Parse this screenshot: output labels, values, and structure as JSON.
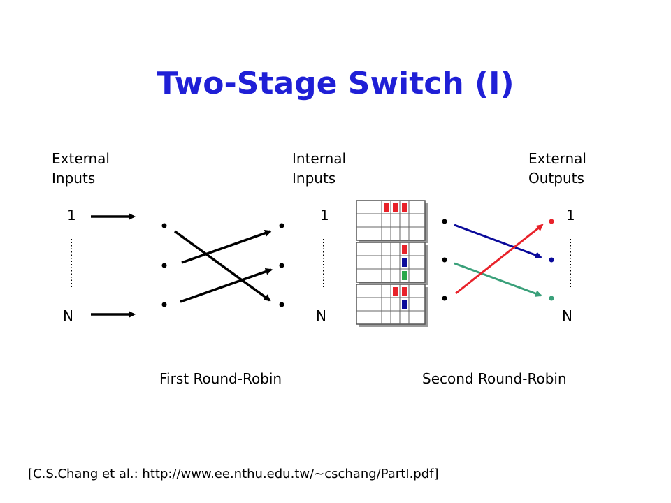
{
  "title": "Two-Stage Switch (I)",
  "columns": {
    "external_inputs": [
      "External",
      "Inputs"
    ],
    "internal_inputs": [
      "Internal",
      "Inputs"
    ],
    "external_outputs": [
      "External",
      "Outputs"
    ]
  },
  "ports": {
    "first": "1",
    "last": "N"
  },
  "captions": {
    "first_stage": "First Round-Robin",
    "second_stage": "Second Round-Robin"
  },
  "reference": "[C.S.Chang et al.: http://www.ee.nthu.edu.tw/~cschang/PartI.pdf]",
  "colors": {
    "title": "#1f1fd6",
    "red": "#e8222a",
    "blue": "#0a0a9a",
    "green": "#3aa07a",
    "black": "#000000"
  }
}
